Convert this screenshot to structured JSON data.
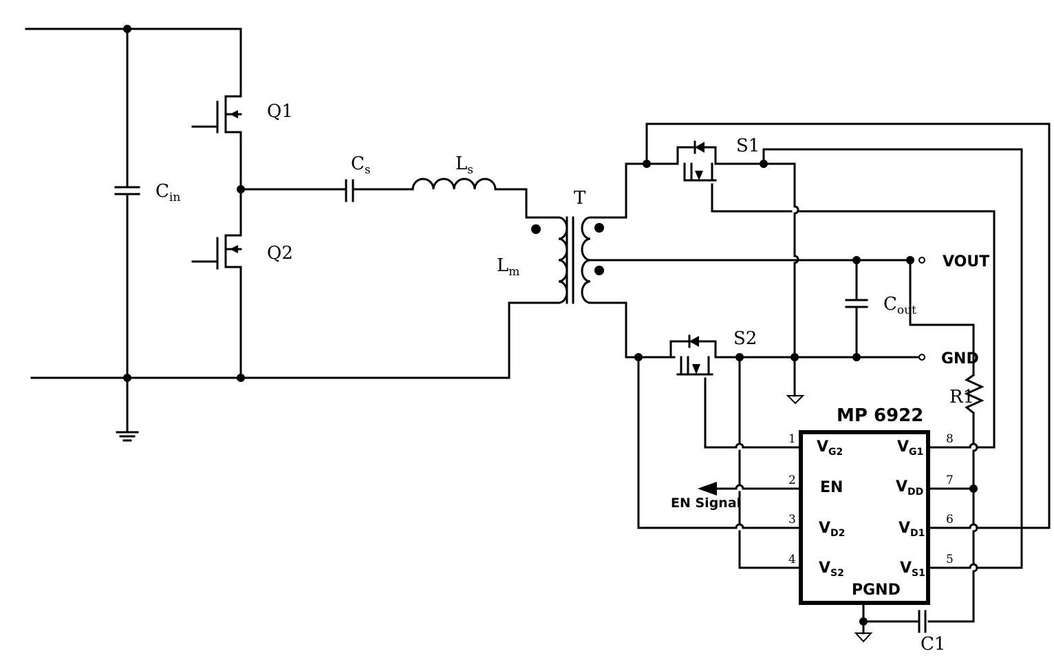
{
  "labels": {
    "q1": "Q1",
    "q2": "Q2",
    "cin": {
      "main": "C",
      "sub": "in"
    },
    "cs": {
      "main": "C",
      "sub": "s"
    },
    "ls": {
      "main": "L",
      "sub": "s"
    },
    "lm": {
      "main": "L",
      "sub": "m"
    },
    "transformer": "T",
    "s1": "S1",
    "s2": "S2",
    "cout": {
      "main": "C",
      "sub": "out"
    },
    "vout": "VOUT",
    "gnd": "GND",
    "r1": "R1",
    "c1": "C1",
    "en_signal": "EN Signal"
  },
  "ic": {
    "name": "MP 6922",
    "pgnd": "PGND",
    "left_pins": [
      {
        "num": "1",
        "main": "V",
        "sub": "G2"
      },
      {
        "num": "2",
        "main": "EN",
        "sub": ""
      },
      {
        "num": "3",
        "main": "V",
        "sub": "D2"
      },
      {
        "num": "4",
        "main": "V",
        "sub": "S2"
      }
    ],
    "right_pins": [
      {
        "num": "8",
        "main": "V",
        "sub": "G1"
      },
      {
        "num": "7",
        "main": "V",
        "sub": "DD"
      },
      {
        "num": "6",
        "main": "V",
        "sub": "D1"
      },
      {
        "num": "5",
        "main": "V",
        "sub": "S1"
      }
    ]
  }
}
